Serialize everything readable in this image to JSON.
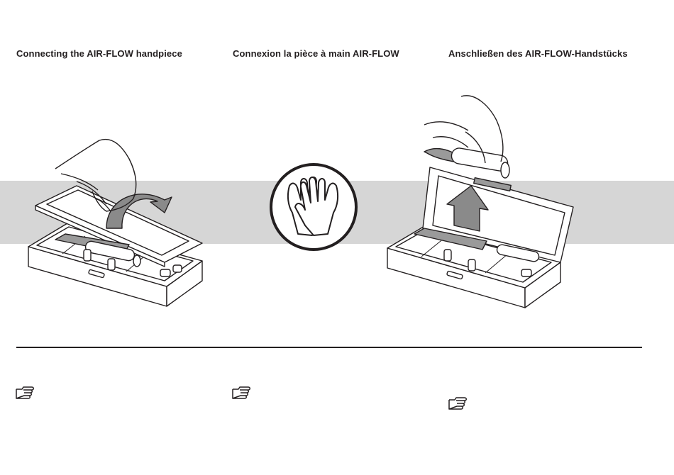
{
  "headings": {
    "en": "Connecting the AIR-FLOW handpiece",
    "fr": "Connexion la pièce à main AIR-FLOW",
    "de": "Anschließen des AIR-FLOW-Handstücks"
  },
  "icons": {
    "band": "gray-band",
    "left": "case-opening-lid-illustration",
    "center": "gloves-icon",
    "right": "remove-handpiece-illustration",
    "note": "pointing-hand-icon"
  },
  "colors": {
    "ink": "#231f20",
    "band": "#d6d6d6",
    "arrow": "#8a8a8a"
  }
}
